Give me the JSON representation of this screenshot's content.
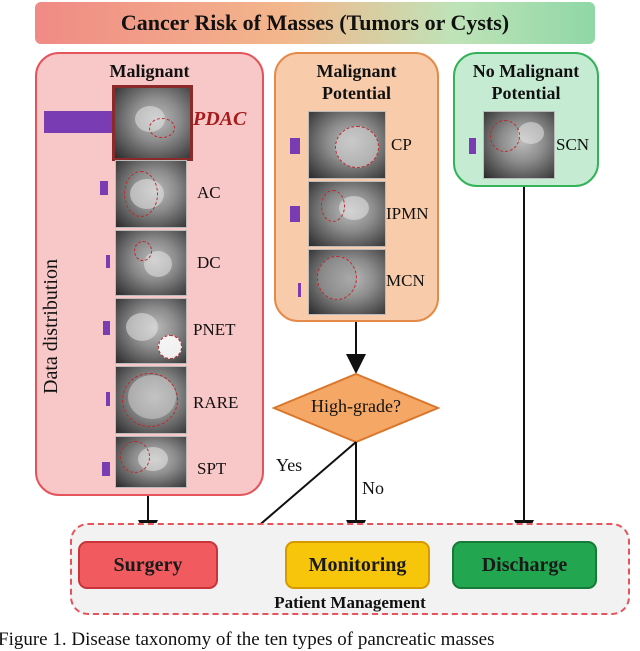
{
  "title": "Cancer Risk of Masses (Tumors or Cysts)",
  "panels": {
    "malignant": "Malignant",
    "malignant_potential": "Malignant Potential",
    "no_malignant_potential": "No Malignant Potential"
  },
  "axis_label": "Data distribution",
  "classes": {
    "pdac": "PDAC",
    "ac": "AC",
    "dc": "DC",
    "pnet": "PNET",
    "rare": "RARE",
    "spt": "SPT",
    "cp": "CP",
    "ipmn": "IPMN",
    "mcn": "MCN",
    "scn": "SCN"
  },
  "decision": "High-grade?",
  "edges": {
    "yes": "Yes",
    "no": "No"
  },
  "actions": {
    "surgery": "Surgery",
    "monitoring": "Monitoring",
    "discharge": "Discharge"
  },
  "group_label": "Patient Management",
  "caption": "Figure 1. Disease taxonomy of the ten types of pancreatic masses",
  "colors": {
    "malignant": "#f8c7c7",
    "malignant_potential": "#f8ccab",
    "no_malignant_potential": "#c5ecd2",
    "bar": "#7a3cb3",
    "surgery": "#f15a5e",
    "monitoring": "#f7c60a",
    "discharge": "#22a64f"
  }
}
